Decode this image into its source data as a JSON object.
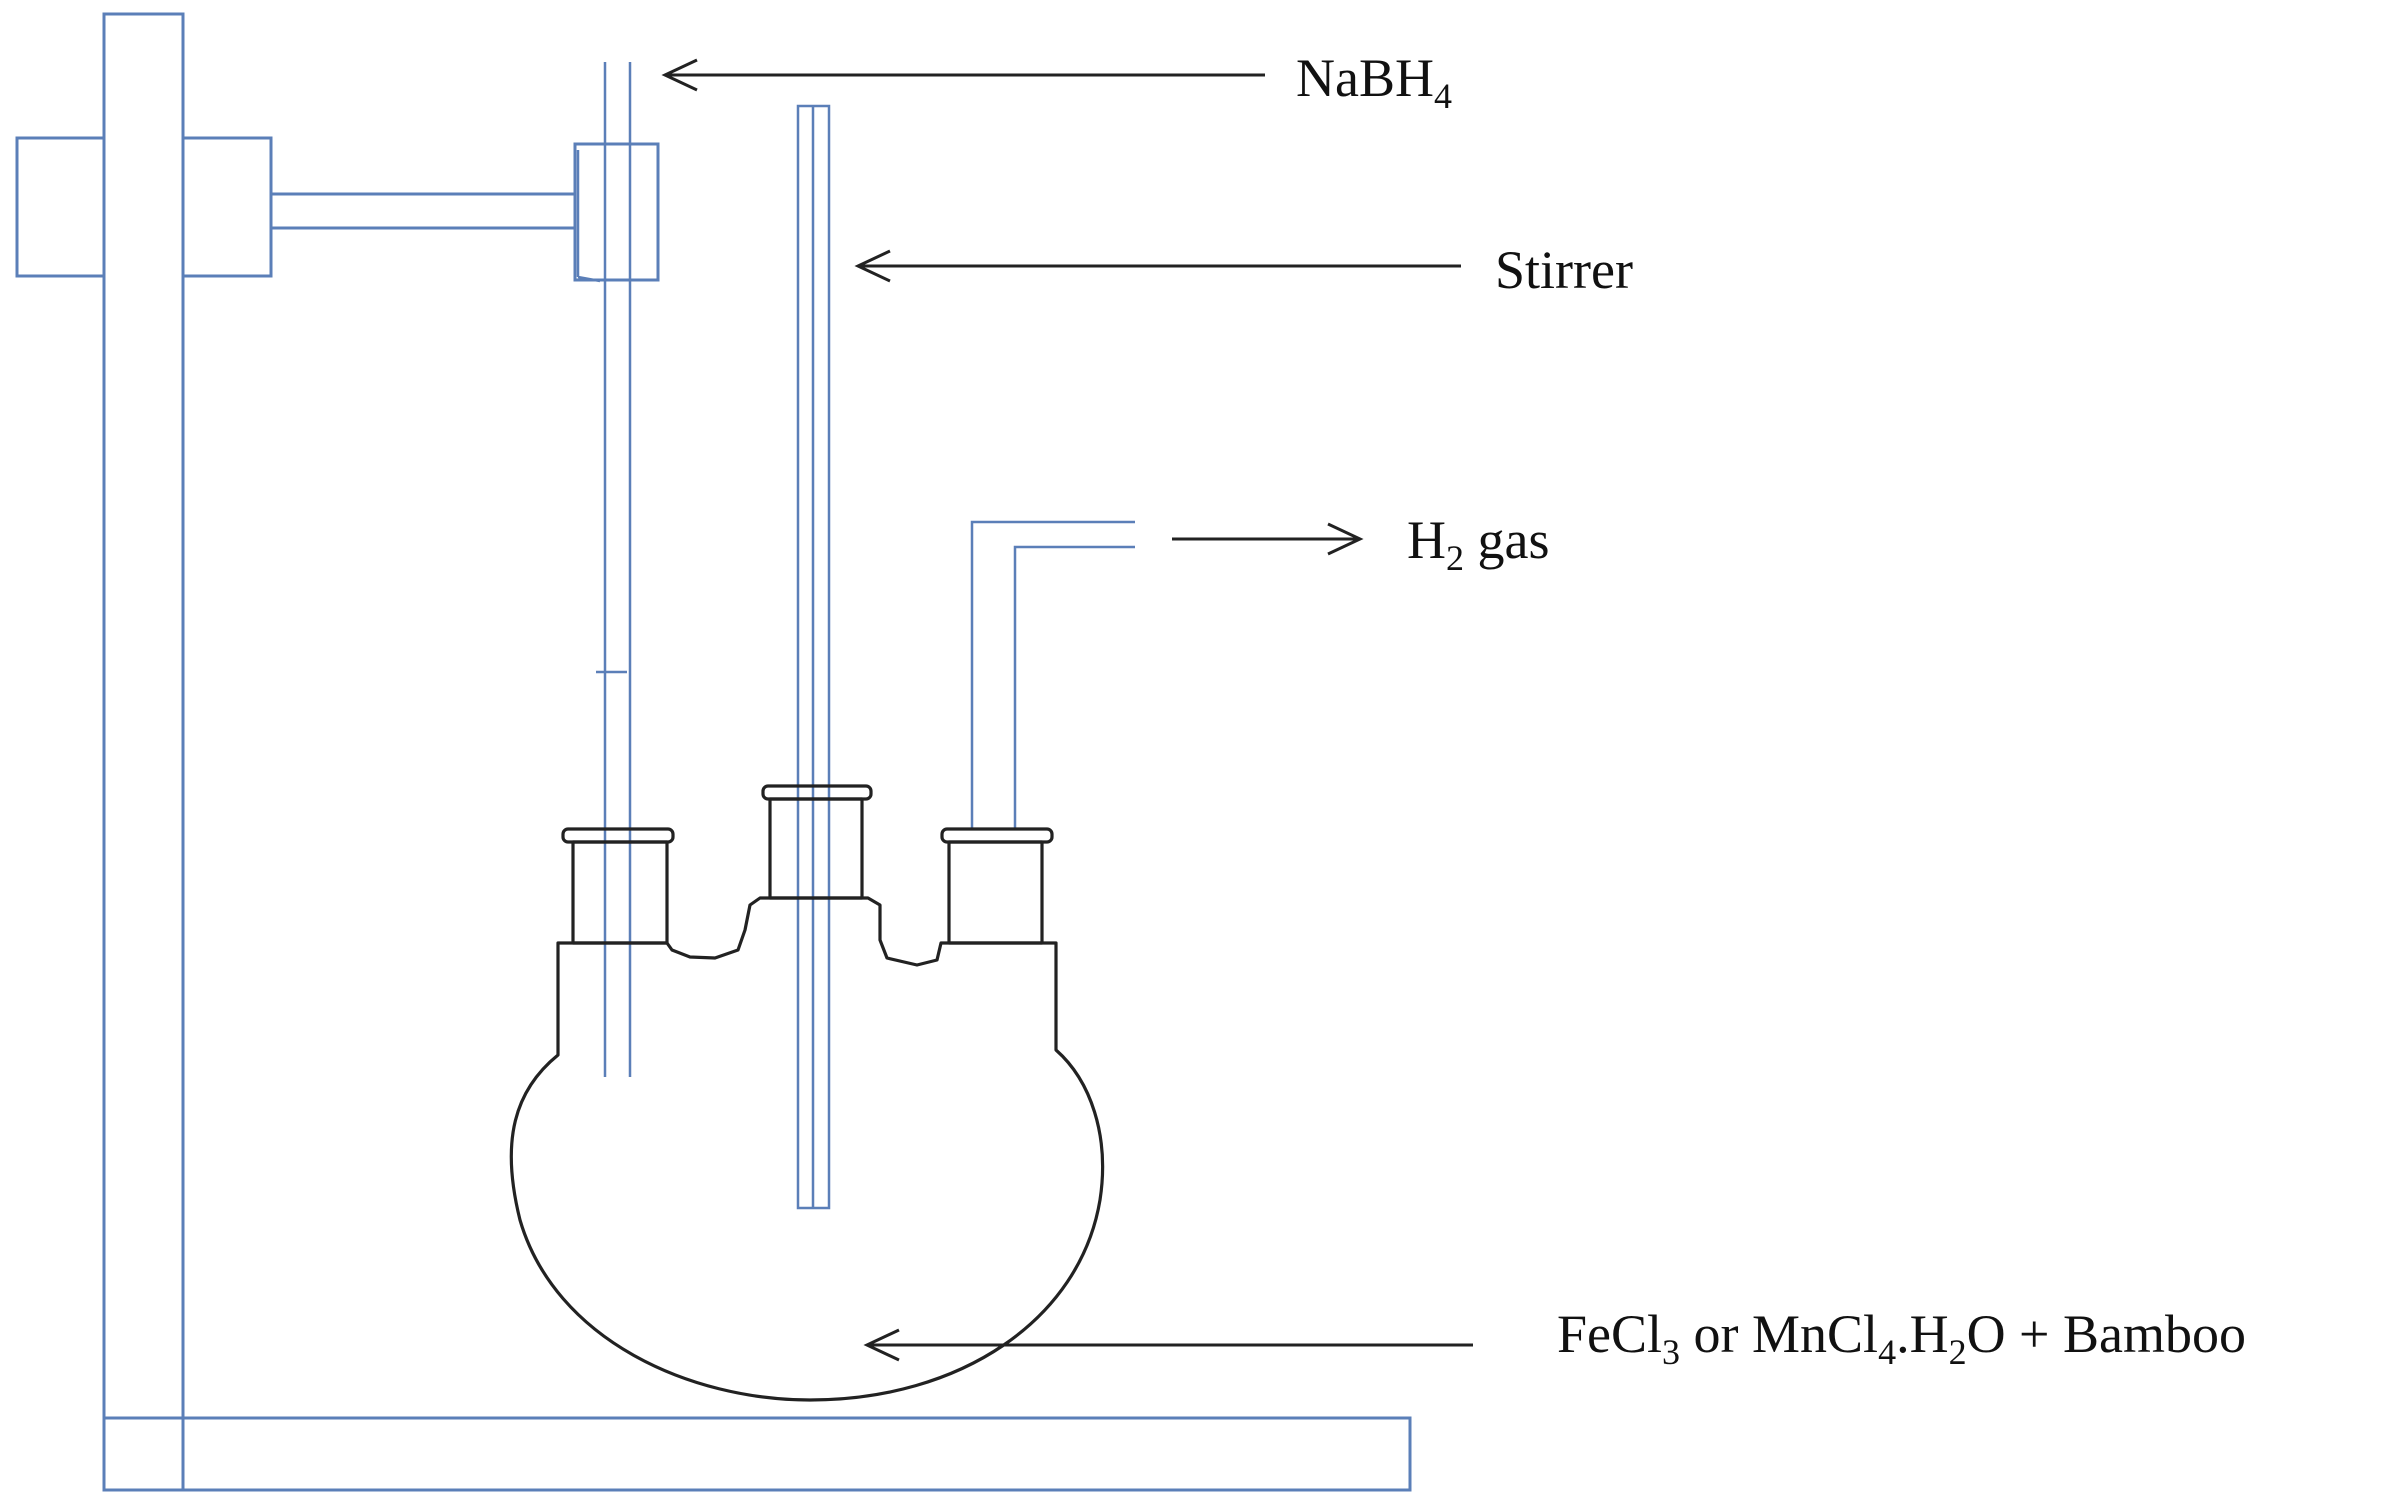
{
  "colors": {
    "apparatus": "#5B7FB8",
    "flask": "#222222",
    "arrow": "#222222",
    "text": "#111111",
    "background": "#ffffff"
  },
  "labels": {
    "nabh4": {
      "main": "NaBH",
      "sub": "4"
    },
    "stirrer": {
      "main": "Stirrer"
    },
    "h2_gas": {
      "main": "H",
      "sub": "2",
      "tail": " gas"
    },
    "mixture": {
      "part1": "FeCl",
      "sub1": "3",
      "part2": " or MnCl",
      "sub2": "4",
      "part3": ".H",
      "sub3": "2",
      "part4": "O  + Bamboo"
    }
  }
}
